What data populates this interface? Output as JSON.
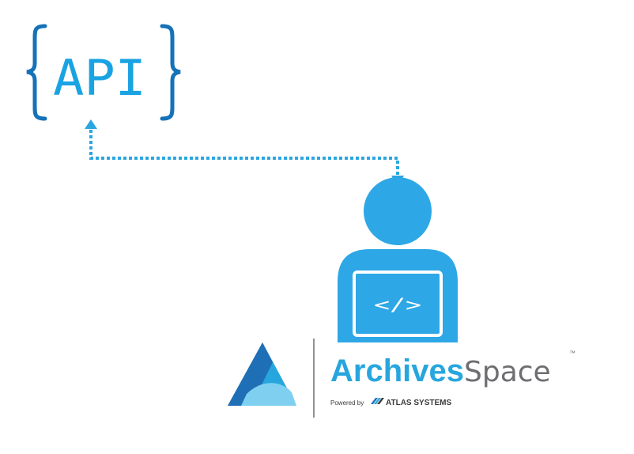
{
  "api_label": "API",
  "code_symbol": "</>",
  "brand": {
    "name_bold": "Archives",
    "name_light": "Space",
    "trademark": "™",
    "powered_by": "Powered by",
    "partner": "ATLAS SYSTEMS"
  },
  "colors": {
    "brace": "#1572b8",
    "api_text": "#1aa3e3",
    "connector": "#2aa6e0",
    "developer": "#2ea7e6",
    "brand_blue": "#27a6de",
    "brand_gray": "#6d6e71",
    "brand_dark": "#3a3a3a"
  },
  "icons": [
    "curly-brace-left-icon",
    "curly-brace-right-icon",
    "arrow-up-icon",
    "arrow-down-icon",
    "developer-laptop-icon",
    "archivesspace-logo-icon",
    "atlas-systems-logo-icon"
  ]
}
